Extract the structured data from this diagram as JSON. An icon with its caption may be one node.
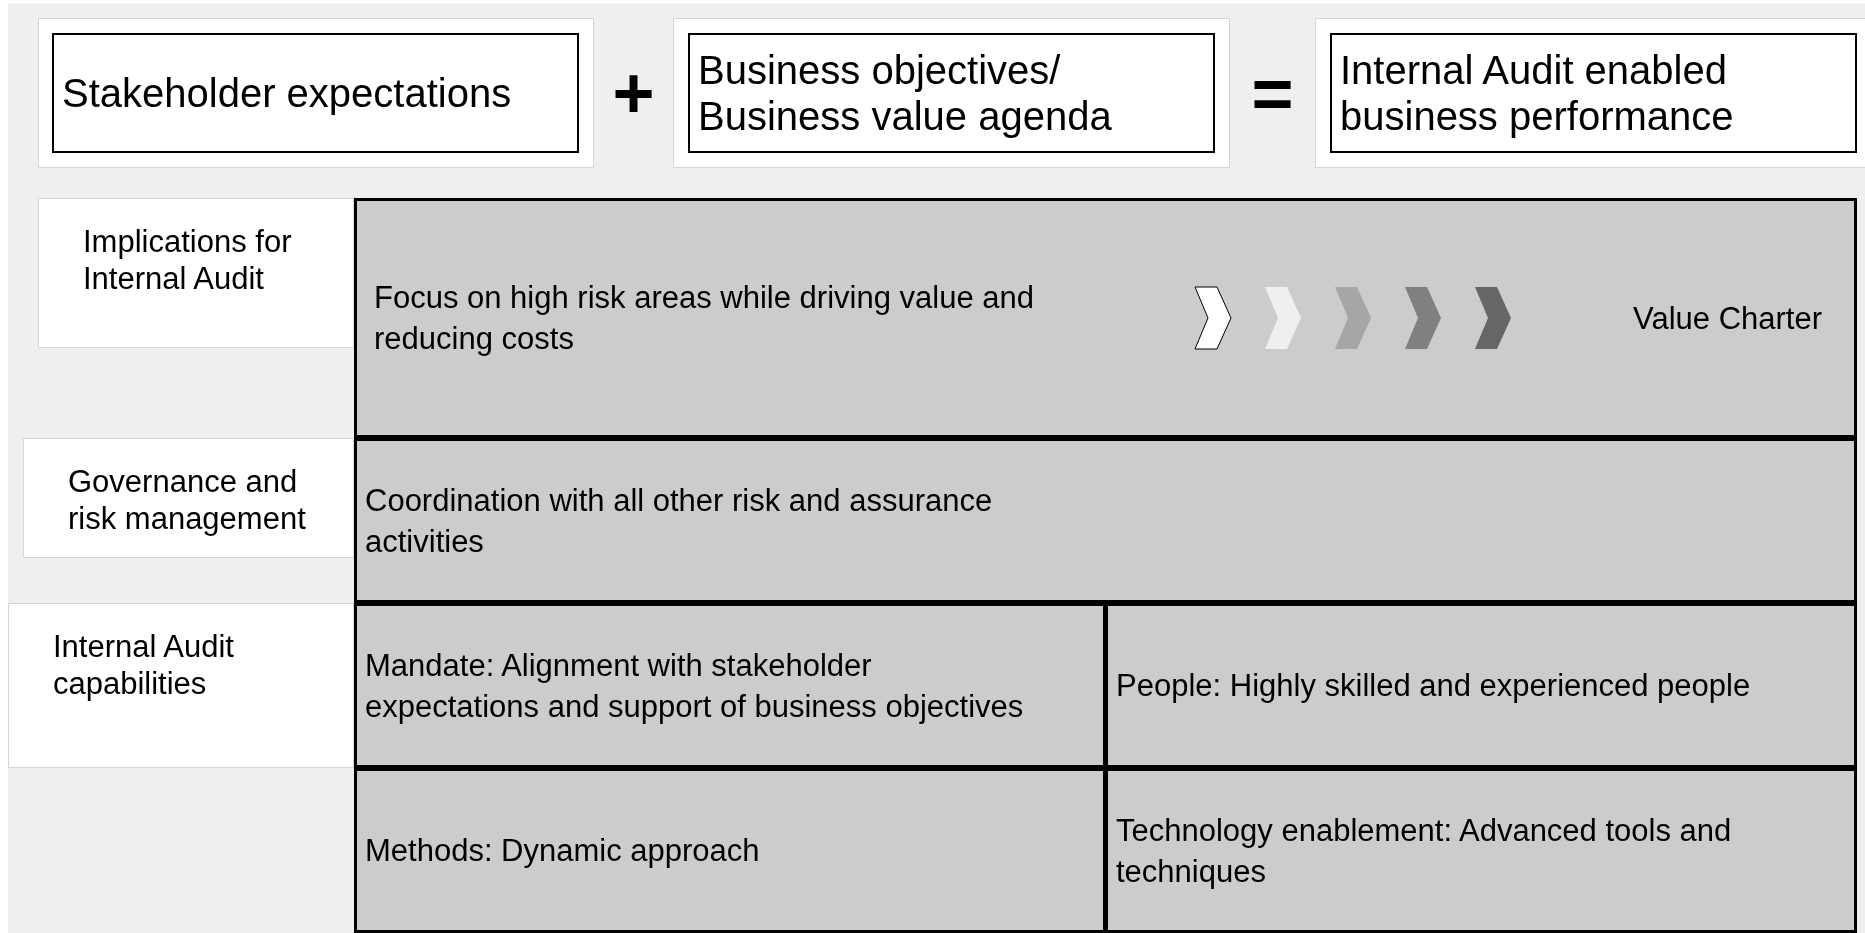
{
  "diagram": {
    "nodes": [
      {
        "text": [
          "Stakeholder expectations"
        ]
      },
      {
        "text": [
          "Business objectives/ Business value agenda"
        ]
      },
      {
        "text": [
          "Internal Audit enabled business performance"
        ]
      },
      {
        "text": [
          "Implications for Internal Audit"
        ]
      },
      {
        "text": [
          "Focus on high risk areas while driving value and reducing costs",
          "Value Charter"
        ]
      },
      {
        "text": [
          "Governance and risk management"
        ]
      },
      {
        "text": [
          "Coordination with all other risk and assurance activities"
        ]
      },
      {
        "text": [
          "Internal Audit capabilities"
        ]
      },
      {
        "text": [
          "Mandate: Alignment with stakeholder expectations and support of business objectives"
        ]
      },
      {
        "text": [
          "People: Highly skilled and experienced people"
        ]
      },
      {
        "text": [
          "Methods: Dynamic approach"
        ]
      },
      {
        "text": [
          "Technology enablement: Advanced tools and techniques"
        ]
      }
    ],
    "labels": [
      "+",
      "="
    ]
  }
}
